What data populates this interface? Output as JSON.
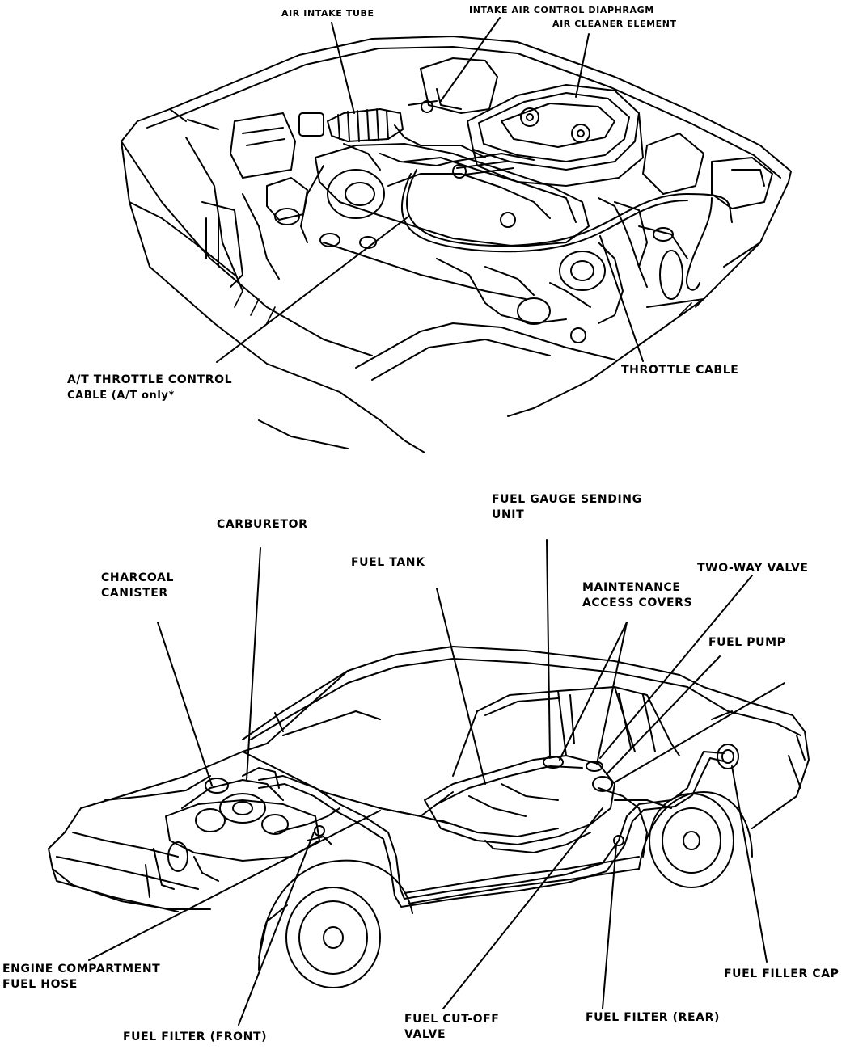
{
  "colors": {
    "ink": "#000000",
    "paper": "#ffffff"
  },
  "engine": {
    "air_intake_tube": [
      "AIR INTAKE TUBE"
    ],
    "intake_air_control_diaphragm": [
      "INTAKE AIR CONTROL DIAPHRAGM"
    ],
    "air_cleaner_element": [
      "AIR CLEANER ELEMENT"
    ],
    "at_throttle_control_cable": [
      "A/T THROTTLE CONTROL",
      "CABLE (A/T only*"
    ],
    "throttle_cable": [
      "THROTTLE CABLE"
    ]
  },
  "fuel_system": {
    "carburetor": [
      "CARBURETOR"
    ],
    "charcoal_canister": [
      "CHARCOAL",
      "CANISTER"
    ],
    "fuel_tank": [
      "FUEL TANK"
    ],
    "fuel_gauge_sending_unit": [
      "FUEL GAUGE SENDING",
      "UNIT"
    ],
    "maintenance_access_covers": [
      "MAINTENANCE",
      "ACCESS COVERS"
    ],
    "two_way_valve": [
      "TWO-WAY VALVE"
    ],
    "fuel_pump": [
      "FUEL PUMP"
    ],
    "engine_compartment_fuel_hose": [
      "ENGINE COMPARTMENT",
      "FUEL HOSE"
    ],
    "fuel_filler_cap": [
      "FUEL FILLER CAP"
    ],
    "fuel_cut_off_valve": [
      "FUEL CUT-OFF",
      "VALVE"
    ],
    "fuel_filter_rear": [
      "FUEL FILTER (REAR)"
    ],
    "fuel_filter_front": [
      "FUEL FILTER (FRONT)"
    ]
  }
}
